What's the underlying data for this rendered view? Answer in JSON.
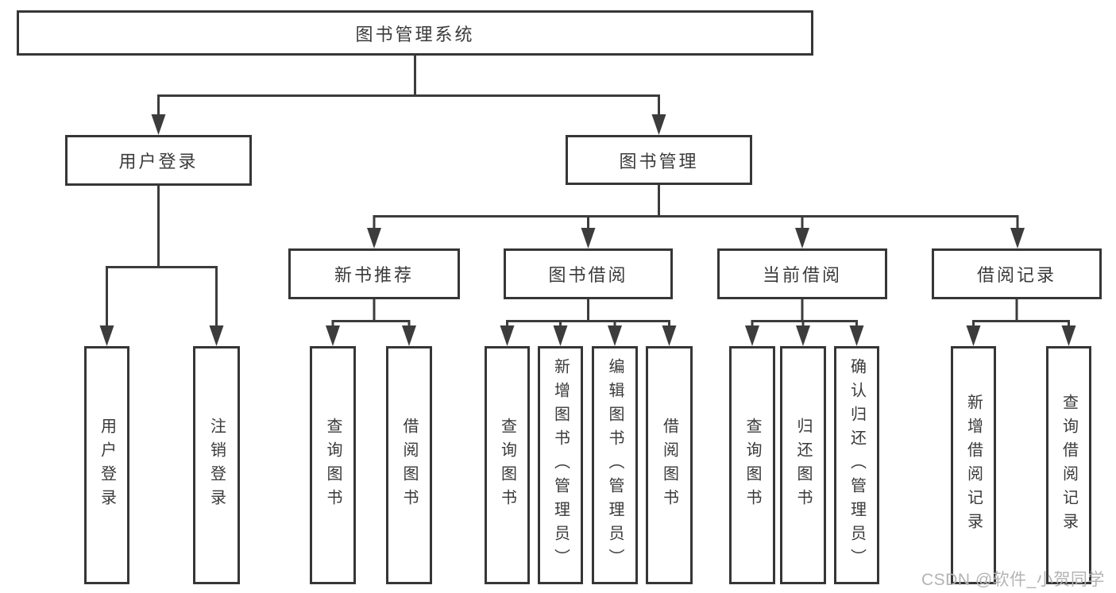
{
  "diagram": {
    "title": "图书管理系统",
    "tree": {
      "root": "图书管理系统",
      "level2": [
        {
          "label": "用户登录",
          "children": [
            "用户登录",
            "注销登录"
          ]
        },
        {
          "label": "图书管理",
          "children": [
            {
              "label": "新书推荐",
              "children": [
                "查询图书",
                "借阅图书"
              ]
            },
            {
              "label": "图书借阅",
              "children": [
                "查询图书",
                "新增图书（管理员）",
                "编辑图书（管理员）",
                "借阅图书"
              ]
            },
            {
              "label": "当前借阅",
              "children": [
                "查询图书",
                "归还图书",
                "确认归还（管理员）"
              ]
            },
            {
              "label": "借阅记录",
              "children": [
                "新增借阅记录",
                "查询借阅记录"
              ]
            }
          ]
        }
      ]
    },
    "colors": {
      "line": "#3c3c3c",
      "box_border": "#363636",
      "text": "#3a3a3a",
      "watermark": "#b3b3b3",
      "background": "#ffffff"
    }
  },
  "watermark": {
    "text": "CSDN @软件_小贺同学"
  }
}
